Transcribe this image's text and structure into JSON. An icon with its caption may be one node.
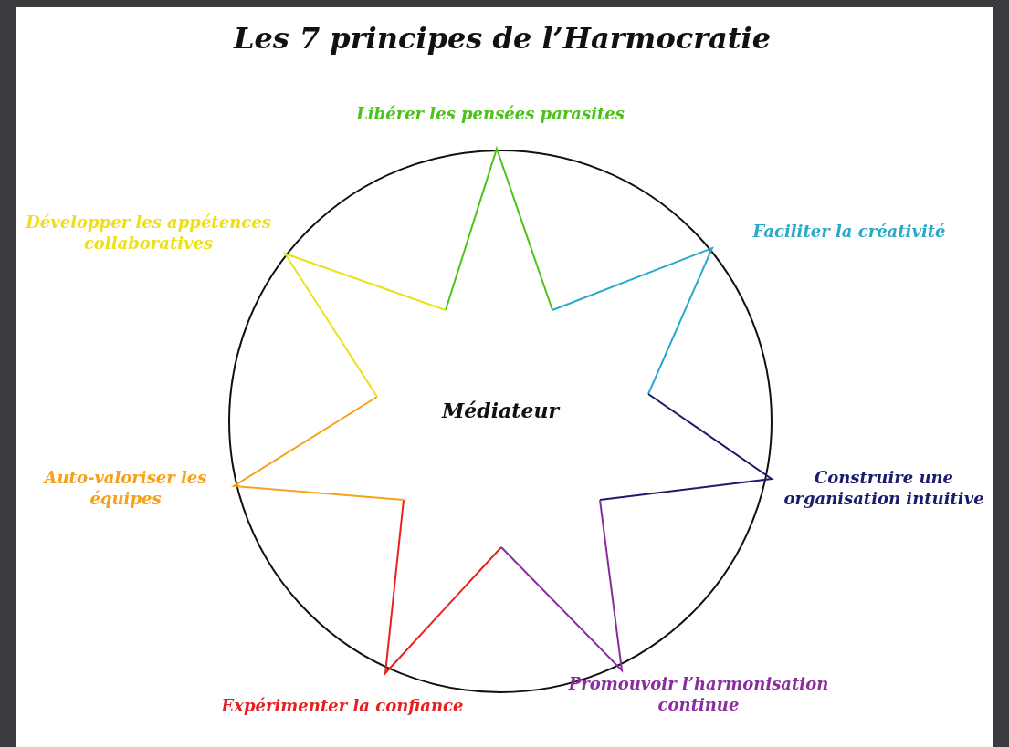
{
  "diagram": {
    "title": "Les 7 principes de l’Harmocratie",
    "nodes": [
      {
        "text": [
          "Médiateur"
        ]
      }
    ],
    "labels": [
      "Libérer les pensées parasites",
      "Développer les appétences collaboratives",
      "Faciliter la créativité",
      "Auto-valoriser les équipes",
      "Construire une organisation intuitive",
      "Promouvoir l’harmonisation continue",
      "Expérimenter la confiance"
    ]
  }
}
